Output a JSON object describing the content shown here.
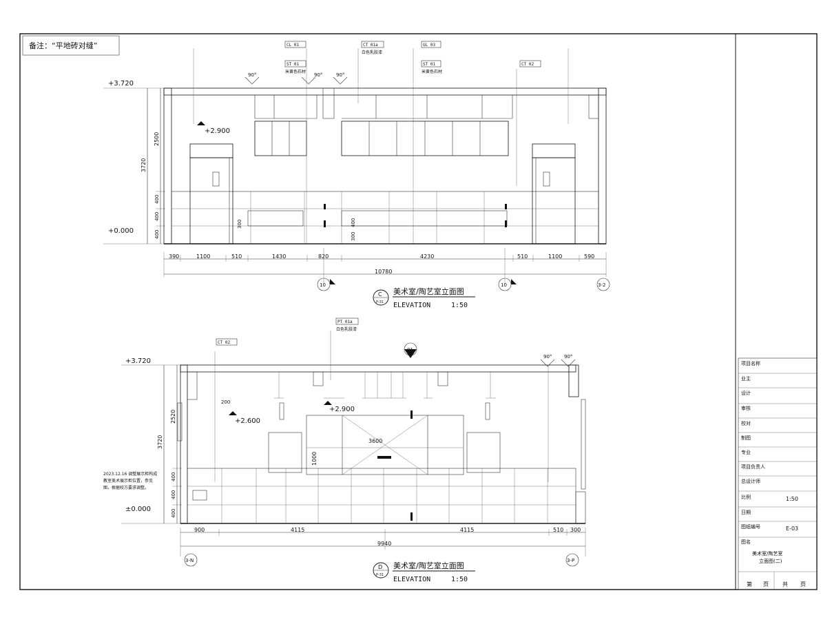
{
  "note": "备注：“平地砖对缝”",
  "top": {
    "title_cn": "美术室/陶艺室立面图",
    "title_en": "ELEVATION",
    "scale": "1:50",
    "badge_letter": "C",
    "badge_ref": "P-31",
    "levels": [
      "+3.720",
      "+0.000"
    ],
    "left_dims": [
      "2500",
      "3720",
      "400",
      "400",
      "400"
    ],
    "ceiling_level": "+2.900",
    "angle_labels": [
      "90°",
      "90°",
      "90°"
    ],
    "bottom_dims": [
      "390",
      "1100",
      "510",
      "1430",
      "820",
      "4230",
      "510",
      "1100",
      "590"
    ],
    "total_dim": "10780",
    "section_marks": [
      "10",
      "10"
    ],
    "end_mark": "3-2",
    "callout_codes": [
      "CL 01",
      "ST 01",
      "CT 01a",
      "GL 03",
      "ST 01",
      "CT 02"
    ],
    "callout_texts": [
      "白色乳胶漆",
      "米黄色石材",
      "米黄色石材"
    ],
    "small_dims": [
      "300",
      "400",
      "300"
    ]
  },
  "bottom": {
    "title_cn": "美术室/陶艺室立面图",
    "title_en": "ELEVATION",
    "scale": "1:50",
    "badge_letter": "D",
    "badge_ref": "P-31",
    "levels": [
      "+3.720",
      "±0.000"
    ],
    "left_dims": [
      "2520",
      "3720",
      "400",
      "400",
      "400"
    ],
    "ceiling_levels": [
      "+2.900",
      "+2.600"
    ],
    "angle_labels": [
      "90°",
      "90°"
    ],
    "bottom_dims": [
      "900",
      "4115",
      "4115",
      "510",
      "300"
    ],
    "total_dim": "9940",
    "grid_marks": [
      "3-N",
      "3-P"
    ],
    "section_mark": "01",
    "callout_codes": [
      "CT 02",
      "PT 01a"
    ],
    "callout_texts": [
      "白色乳胶漆"
    ],
    "inner_dims": [
      "3600",
      "1000",
      "200"
    ]
  },
  "titleblock": {
    "rows": [
      "项目名称",
      "业主",
      "设计",
      "审核",
      "校对",
      "制图",
      "专业",
      "项目负责人",
      "总设计师"
    ],
    "scale_label": "比例",
    "scale_value": "1:50",
    "date_label": "日期",
    "sheet_label": "图纸编号",
    "sheet_value": "E-03",
    "drawing_label": "图名",
    "drawing_name_1": "美术室/陶艺室",
    "drawing_name_2": "立面图(二)",
    "page_label": "第",
    "page_unit": "页",
    "total_label": "共",
    "total_unit": "页"
  }
}
